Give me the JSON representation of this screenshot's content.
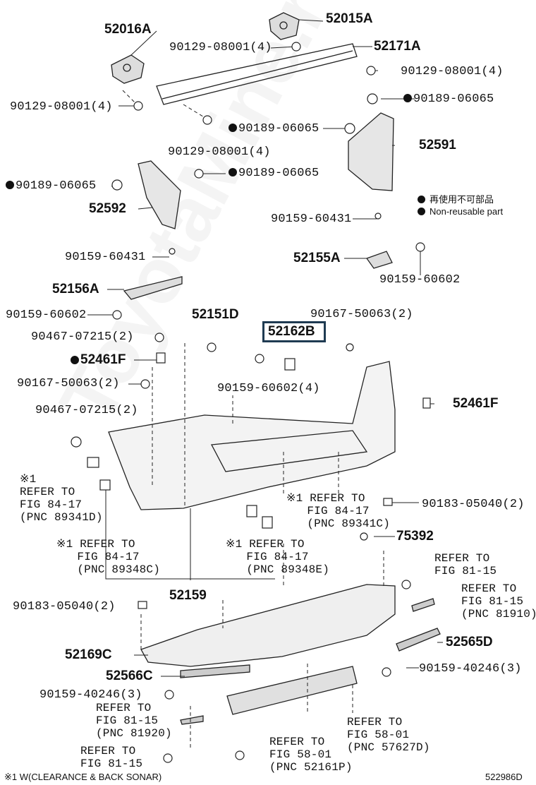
{
  "diagram_id": "522986D",
  "watermark": "ToyotaMine.ru",
  "legend": {
    "jp": "再使用不可部品",
    "en": "Non-reusable part"
  },
  "footnote": "※1 W(CLEARANCE & BACK SONAR)",
  "highlight_part": "52162B",
  "labels": [
    {
      "id": "52016A",
      "text": "52016A",
      "big": true
    },
    {
      "id": "52015A",
      "text": "52015A",
      "big": true
    },
    {
      "id": "90129a",
      "text": "90129-08001(4)"
    },
    {
      "id": "52171A",
      "text": "52171A",
      "big": true
    },
    {
      "id": "90129b",
      "text": "90129-08001(4)"
    },
    {
      "id": "90129c",
      "text": "90129-08001(4)"
    },
    {
      "id": "90189a",
      "text": "90189-06065",
      "dot": true
    },
    {
      "id": "90189b",
      "text": "90189-06065",
      "dot": true
    },
    {
      "id": "52591",
      "text": "52591",
      "big": true
    },
    {
      "id": "90129d",
      "text": "90129-08001(4)"
    },
    {
      "id": "90189c",
      "text": "90189-06065",
      "dot": true
    },
    {
      "id": "90189d",
      "text": "90189-06065",
      "dot": true
    },
    {
      "id": "52592",
      "text": "52592",
      "big": true
    },
    {
      "id": "90159a",
      "text": "90159-60431"
    },
    {
      "id": "90159b",
      "text": "90159-60431"
    },
    {
      "id": "52155A",
      "text": "52155A",
      "big": true
    },
    {
      "id": "90159c",
      "text": "90159-60602"
    },
    {
      "id": "52156A",
      "text": "52156A",
      "big": true
    },
    {
      "id": "90159d",
      "text": "90159-60602"
    },
    {
      "id": "52151D",
      "text": "52151D",
      "big": true
    },
    {
      "id": "90167a",
      "text": "90167-50063(2)"
    },
    {
      "id": "90467a",
      "text": "90467-07215(2)"
    },
    {
      "id": "52162B",
      "text": "52162B",
      "big": true
    },
    {
      "id": "52461Fa",
      "text": "52461F",
      "big": true,
      "dot": true
    },
    {
      "id": "90159e",
      "text": "90159-60602(4)"
    },
    {
      "id": "90167b",
      "text": "90167-50063(2)"
    },
    {
      "id": "52461Fb",
      "text": "52461F",
      "big": true
    },
    {
      "id": "90467b",
      "text": "90467-07215(2)"
    },
    {
      "id": "ref1",
      "text": "※1\nREFER TO\nFIG 84-17\n(PNC 89341D)",
      "ref": true
    },
    {
      "id": "ref2",
      "text": "※1 REFER TO\n   FIG 84-17\n   (PNC 89341C)",
      "ref": true
    },
    {
      "id": "90183a",
      "text": "90183-05040(2)"
    },
    {
      "id": "ref3",
      "text": "※1 REFER TO\n   FIG 84-17\n   (PNC 89348C)",
      "ref": true
    },
    {
      "id": "ref4",
      "text": "※1 REFER TO\n   FIG 84-17\n   (PNC 89348E)",
      "ref": true
    },
    {
      "id": "75392",
      "text": "75392",
      "big": true
    },
    {
      "id": "ref5",
      "text": "REFER TO\nFIG 81-15",
      "ref": true
    },
    {
      "id": "52159",
      "text": "52159",
      "big": true
    },
    {
      "id": "ref6",
      "text": "REFER TO\nFIG 81-15\n(PNC 81910)",
      "ref": true
    },
    {
      "id": "90183b",
      "text": "90183-05040(2)"
    },
    {
      "id": "52169C",
      "text": "52169C",
      "big": true
    },
    {
      "id": "52565D",
      "text": "52565D",
      "big": true
    },
    {
      "id": "52566C",
      "text": "52566C",
      "big": true
    },
    {
      "id": "90159f",
      "text": "90159-40246(3)"
    },
    {
      "id": "90159g",
      "text": "90159-40246(3)"
    },
    {
      "id": "ref7",
      "text": "REFER TO\nFIG 81-15\n(PNC 81920)",
      "ref": true
    },
    {
      "id": "ref8",
      "text": "REFER TO\nFIG 58-01\n(PNC 57627D)",
      "ref": true
    },
    {
      "id": "ref9",
      "text": "REFER TO\nFIG 58-01\n(PNC 52161P)",
      "ref": true
    },
    {
      "id": "ref10",
      "text": "REFER TO\nFIG 81-15",
      "ref": true
    }
  ]
}
